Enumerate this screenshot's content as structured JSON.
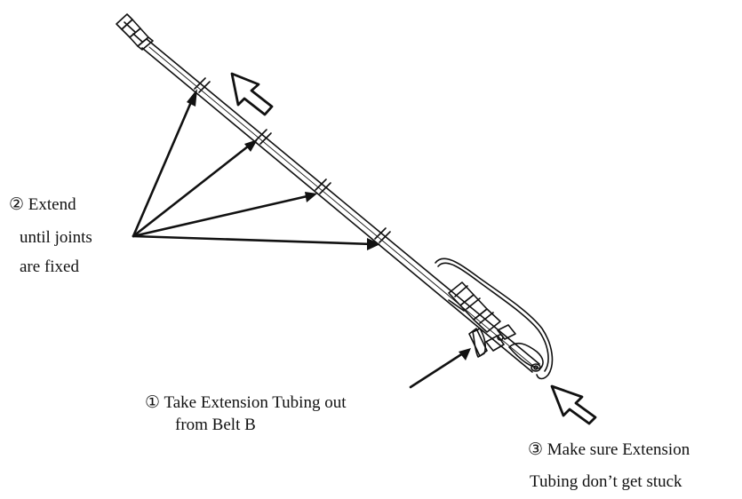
{
  "labels": {
    "step2": [
      "② Extend",
      "until joints",
      "are fixed"
    ],
    "step1": [
      "① Take Extension Tubing out",
      "from Belt B"
    ],
    "step3": [
      "③ Make sure Extension",
      "Tubing don’t get stuck"
    ]
  },
  "colors": {
    "ink": "#111111",
    "background": "#ffffff"
  }
}
